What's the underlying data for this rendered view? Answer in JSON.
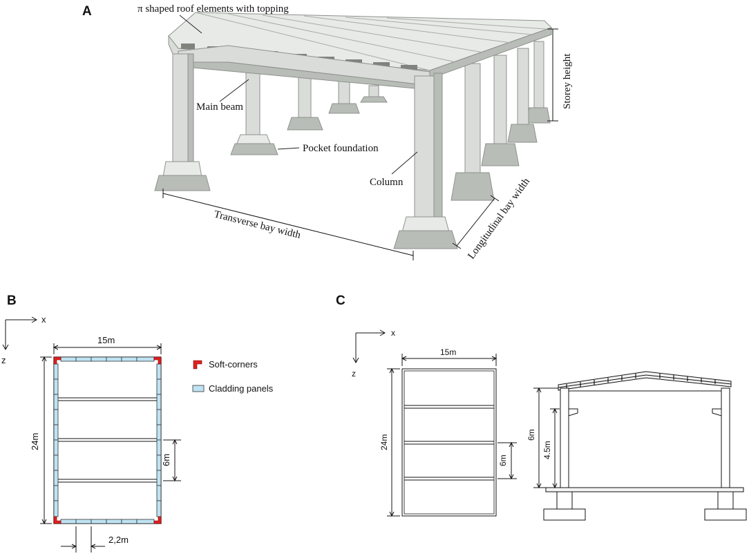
{
  "panels": {
    "a": {
      "letter": "A",
      "labels": {
        "roof": "π shaped roof elements with topping",
        "main_beam": "Main beam",
        "pocket_foundation": "Pocket foundation",
        "column": "Column",
        "storey_height": "Storey height",
        "transverse": "Transverse bay width",
        "longitudinal": "Longitudinal bay width"
      }
    },
    "b": {
      "letter": "B",
      "axis_x": "x",
      "axis_z": "z",
      "dim_width": "15m",
      "dim_length": "24m",
      "dim_bay": "6m",
      "dim_panel": "2,2m",
      "legend": {
        "soft_corners": "Soft-corners",
        "cladding": "Cladding panels"
      },
      "colors": {
        "soft_corner": "#e02020",
        "cladding": "#bfe3f2"
      }
    },
    "c": {
      "letter": "C",
      "axis_x": "x",
      "axis_z": "z",
      "dim_width": "15m",
      "dim_length": "24m",
      "dim_bay": "6m",
      "dim_height": "6m",
      "dim_corbel": "4.5m"
    }
  }
}
